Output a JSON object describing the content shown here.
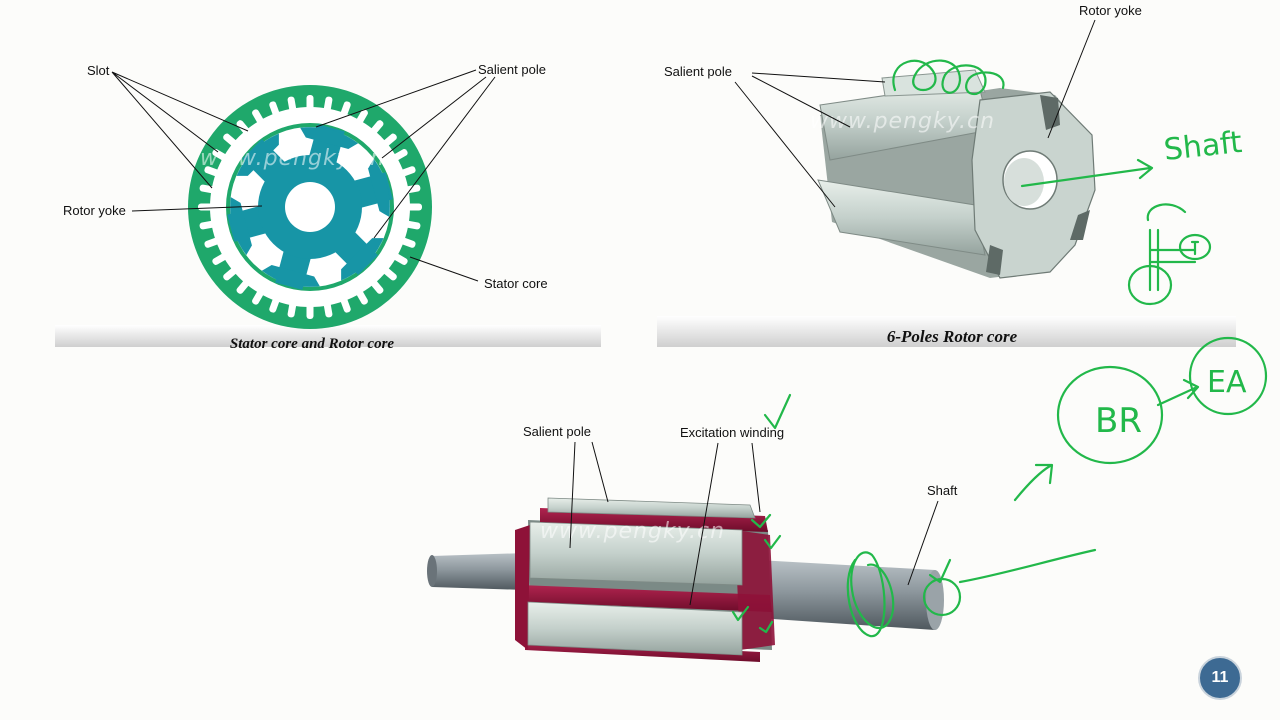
{
  "panels": {
    "stator": {
      "caption": "Stator core and Rotor core",
      "labels": {
        "slot": "Slot",
        "salient_pole": "Salient pole",
        "rotor_yoke": "Rotor yoke",
        "stator_core": "Stator core"
      },
      "watermark": "www.pengky.cn"
    },
    "rotor6": {
      "caption": "6-Poles Rotor core",
      "labels": {
        "salient_pole": "Salient pole",
        "rotor_yoke": "Rotor yoke"
      },
      "watermark": "www.pengky.cn"
    },
    "assembled": {
      "labels": {
        "salient_pole": "Salient pole",
        "excitation_winding": "Excitation winding",
        "shaft": "Shaft"
      },
      "watermark": "www.pengky.cn"
    }
  },
  "annotations": {
    "shaft_note": "Shaft",
    "br": "BR",
    "ea": "EA"
  },
  "page_number": "11",
  "colors": {
    "stator_green": "#1fa86b",
    "rotor_teal": "#1795a6",
    "ink_green": "#22b84a",
    "winding_red": "#8e1238",
    "steel": "#c7d3cf",
    "badge": "#3d6a93"
  }
}
